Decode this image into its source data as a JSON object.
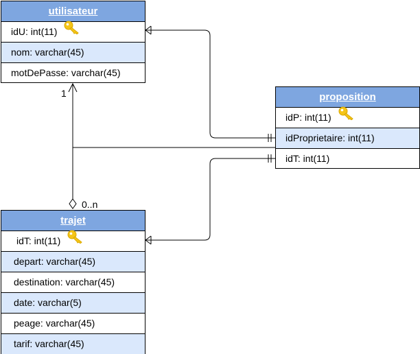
{
  "entities": {
    "utilisateur": {
      "title": "utilisateur",
      "fields": [
        "idU: int(11)",
        "nom: varchar(45)",
        "motDePasse: varchar(45)"
      ]
    },
    "proposition": {
      "title": "proposition",
      "fields": [
        "idP: int(11)",
        "idProprietaire: int(11)",
        "idT: int(11)"
      ]
    },
    "trajet": {
      "title": "trajet",
      "fields": [
        "idT: int(11)",
        "depart: varchar(45)",
        "destination: varchar(45)",
        "date: varchar(5)",
        "peage: varchar(45)",
        "tarif: varchar(45)"
      ]
    }
  },
  "multiplicities": {
    "one": "1",
    "zero_n": "0..n"
  },
  "colors": {
    "header": "#7ea6e0",
    "alt_row": "#dae8fc",
    "key": "#f5c518"
  }
}
